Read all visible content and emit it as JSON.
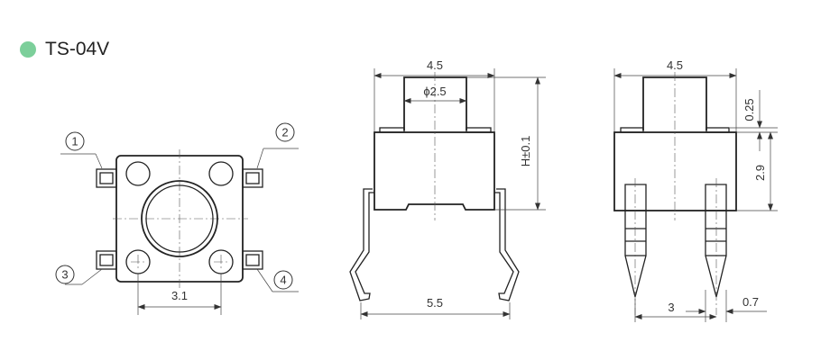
{
  "header": {
    "title": "TS-04V",
    "dot_color": "#7ccf9a"
  },
  "top_view": {
    "pins": [
      "1",
      "2",
      "3",
      "4"
    ],
    "dim_pitch": "3.1"
  },
  "front_view": {
    "dim_width": "4.5",
    "dim_diameter": "ϕ2.5",
    "dim_height": "H±0.1",
    "dim_lead_span": "5.5"
  },
  "side_view": {
    "dim_width": "4.5",
    "dim_top": "0.25",
    "dim_body": "2.9",
    "dim_lead_spacing": "3",
    "dim_lead_width": "0.7"
  }
}
